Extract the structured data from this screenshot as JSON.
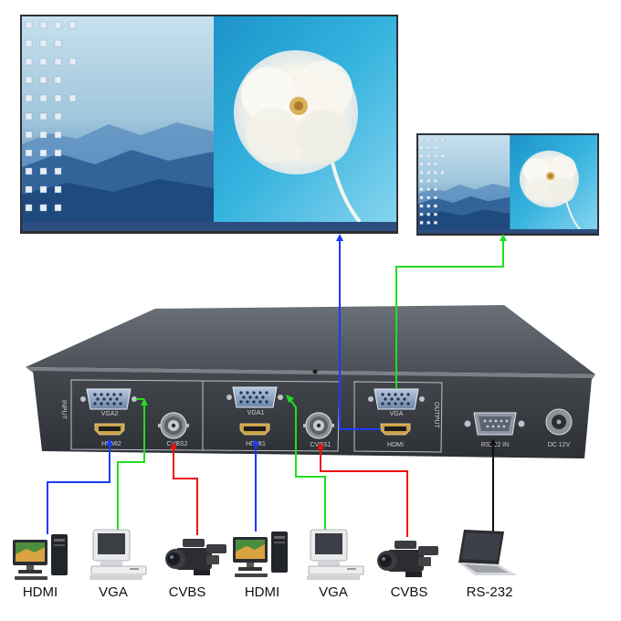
{
  "colors": {
    "hdmi_line": "#1a3cff",
    "vga_line": "#22dd22",
    "cvbs_line": "#ee1111",
    "rs232_line": "#111111",
    "device_body": "#3d4046",
    "device_top": "#5a5f66"
  },
  "device": {
    "side_input_label": "INPUT",
    "side_output_label": "OUTPUT",
    "ports": {
      "vga2": "VGA2",
      "hdmi2": "HDMI2",
      "cvbs2": "CVBS2",
      "vga1": "VGA1",
      "hdmi1": "HDMI1",
      "cvbs1": "CVBS1",
      "vga_out": "VGA",
      "hdmi_out": "HDMI",
      "rs232": "RS232 IN",
      "dc": "DC 12V"
    }
  },
  "sources": [
    {
      "label": "HDMI",
      "icon": "desktop-pc-icon"
    },
    {
      "label": "VGA",
      "icon": "crt-pc-icon"
    },
    {
      "label": "CVBS",
      "icon": "camcorder-icon"
    },
    {
      "label": "HDMI",
      "icon": "desktop-pc-icon"
    },
    {
      "label": "VGA",
      "icon": "crt-pc-icon"
    },
    {
      "label": "CVBS",
      "icon": "camcorder-icon"
    },
    {
      "label": "RS-232",
      "icon": "laptop-icon"
    }
  ],
  "displays": [
    {
      "name": "large-display",
      "icon": "monitor-screen-icon"
    },
    {
      "name": "small-display",
      "icon": "monitor-screen-icon"
    }
  ]
}
